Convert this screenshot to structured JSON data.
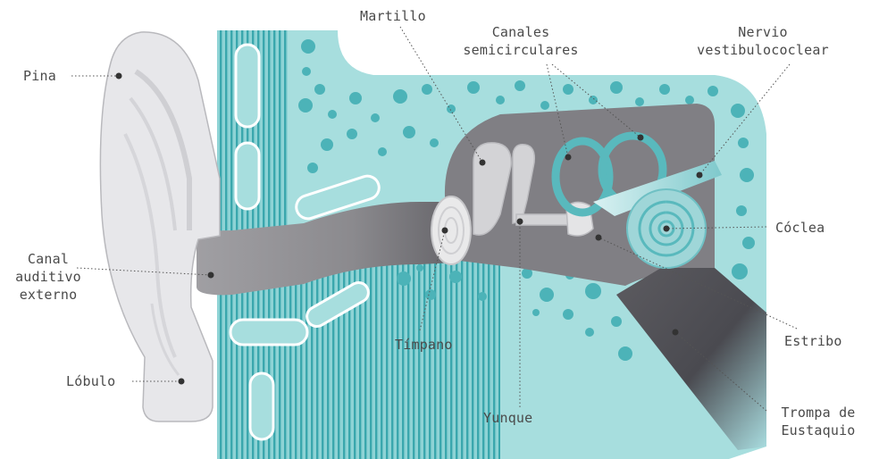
{
  "labels": {
    "pina": "Pina",
    "canal": "Canal\nauditivo\nexterno",
    "lobulo": "Lóbulo",
    "martillo": "Martillo",
    "canales": "Canales\nsemicirculares",
    "nervio": "Nervio\nvestibulococlear",
    "coclea": "Cóclea",
    "estribo": "Estribo",
    "timpano": "Tímpano",
    "yunque": "Yunque",
    "trompa": "Trompa de\nEustaquio"
  },
  "colors": {
    "bone": "#a7dede",
    "bone_dark": "#4cb3b8",
    "stripe": "#2f9fa6",
    "canal": "#8f8e92",
    "ear": "#e6e6e8",
    "ossicle": "#d3d3d6",
    "text": "#4a4a4a"
  }
}
